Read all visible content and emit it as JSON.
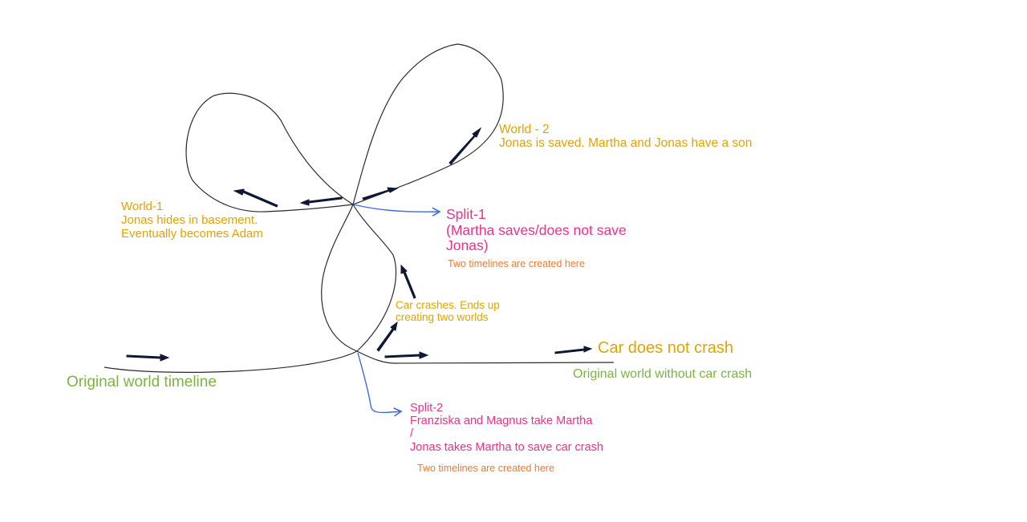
{
  "colors": {
    "curve": "#2b2b2b",
    "arrow": "#0f1836",
    "split": "#3b6fd6",
    "world": "#e0a400",
    "split_text": "#e8338a",
    "green": "#7cb342",
    "note": "#f07b2f"
  },
  "labels": {
    "world2_title": "World - 2",
    "world2_desc": "Jonas is saved. Martha and Jonas have a son",
    "world1_title": "World-1",
    "world1_line1": "Jonas hides in basement.",
    "world1_line2": "Eventually becomes Adam",
    "split1_title": "Split-1",
    "split1_line1": "(Martha saves/does not save",
    "split1_line2": "Jonas)",
    "split1_note": "Two timelines are created here",
    "crash_line1": "Car crashes. Ends up",
    "crash_line2": "creating two worlds",
    "no_crash_title": "Car does not crash",
    "no_crash_desc": "Original world without car crash",
    "original": "Original world timeline",
    "split2_title": "Split-2",
    "split2_line1": "Franziska and Magnus take Martha",
    "split2_line2": "/",
    "split2_line3": "Jonas takes Martha to save car crash",
    "split2_note": "Two timelines are created here"
  }
}
